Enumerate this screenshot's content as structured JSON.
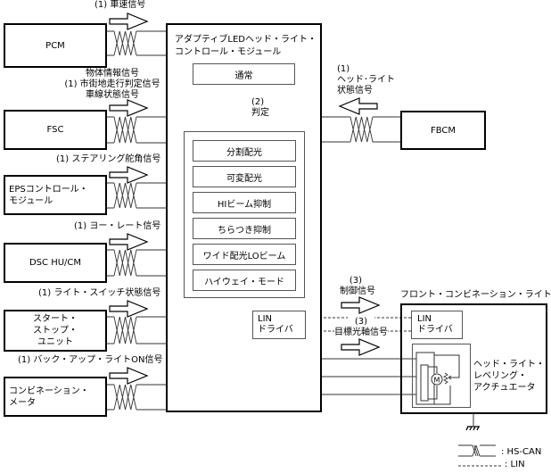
{
  "main_module": {
    "title_line1": "アダプティブLEDヘッド・ライト・",
    "title_line2": "コントロール・モジュール",
    "normal_box": "通常",
    "judgement_label": "(2)\n判定",
    "functions": [
      "分割配光",
      "可変配光",
      "HIビーム抑制",
      "ちらつき抑制",
      "ワイド配光LOビーム",
      "ハイウェイ・モード"
    ],
    "lin_driver": "LIN\n ドライバ"
  },
  "inputs": [
    {
      "module": "PCM",
      "signal": "(1) 車速信号"
    },
    {
      "module": "FSC",
      "signal": "物体情報信号\n(1) 市街地走行判定信号\n車線状態信号"
    },
    {
      "module": "EPSコントロール・\nモジュール",
      "signal": "(1) ステアリング舵角信号"
    },
    {
      "module": "DSC HU/CM",
      "signal": "(1) ヨー・レート信号"
    },
    {
      "module": "スタート・\nストップ・\nユニット",
      "signal": "(1) ライト・スイッチ状態信号"
    },
    {
      "module": "コンビネーション・\nメータ",
      "signal": "(1) バック・アップ・ライトON信号"
    }
  ],
  "fbcm": {
    "module": "FBCM",
    "signal": "(1)\nヘッド･ライト\n状態信号"
  },
  "front_light": {
    "title": "フロント・コンビネーション・ライト",
    "lin_driver": "LIN\n ドライバ",
    "actuator": "ヘッド・ライト・\nレベリング・\nアクチュエータ",
    "motor_symbol": "M"
  },
  "control_signal": {
    "number": "(3)",
    "label": "制御信号"
  },
  "target_signal": {
    "number": "(3)",
    "label": "目標光軸信号"
  },
  "legend": {
    "hs_can": ": HS-CAN",
    "lin": ": LIN"
  }
}
